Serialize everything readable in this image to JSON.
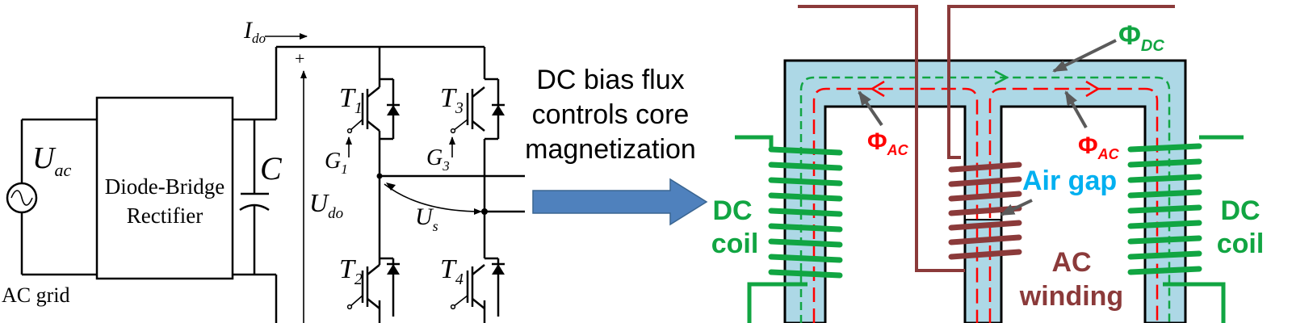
{
  "circuit": {
    "i_do": {
      "main": "I",
      "sub": "do"
    },
    "plus": "+",
    "u_ac": {
      "main": "U",
      "sub": "ac"
    },
    "rectifier_line1": "Diode-Bridge",
    "rectifier_line2": "Rectifier",
    "capacitor": "C",
    "u_do": {
      "main": "U",
      "sub": "do"
    },
    "u_s": {
      "main": "U",
      "sub": "s"
    },
    "t1": {
      "main": "T",
      "sub": "1"
    },
    "t2": {
      "main": "T",
      "sub": "2"
    },
    "t3": {
      "main": "T",
      "sub": "3"
    },
    "t4": {
      "main": "T",
      "sub": "4"
    },
    "g1": {
      "main": "G",
      "sub": "1"
    },
    "g3": {
      "main": "G",
      "sub": "3"
    },
    "ac_grid": "AC grid"
  },
  "middle": {
    "line1": "DC bias flux",
    "line2": "controls core",
    "line3": "magnetization"
  },
  "core": {
    "phi": "Φ",
    "phi_dc_sub": "DC",
    "phi_ac_sub": "AC",
    "air_gap": "Air gap",
    "dc_coil_left": {
      "line1": "DC",
      "line2": "coil"
    },
    "dc_coil_right": {
      "line1": "DC",
      "line2": "coil"
    },
    "ac_winding": {
      "line1": "AC",
      "line2": "winding"
    }
  },
  "colors": {
    "dc_green": "#11a542",
    "ac_red": "#ff0000",
    "ac_winding": "#8b3a3a",
    "air_gap": "#00b0f0",
    "core_fill": "#add8e6",
    "arrow_fill": "#4f81bd"
  }
}
